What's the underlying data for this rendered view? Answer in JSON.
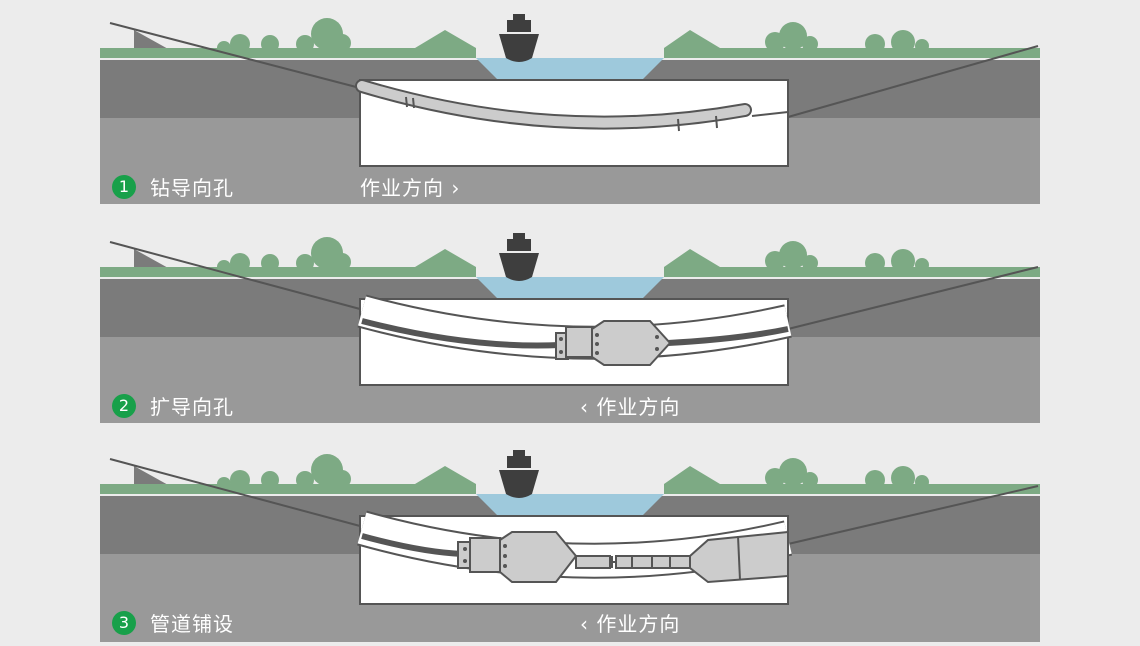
{
  "steps": [
    {
      "number": "1",
      "title": "钻导向孔",
      "direction": "作业方向 ›"
    },
    {
      "number": "2",
      "title": "扩导向孔",
      "direction": "‹ 作业方向"
    },
    {
      "number": "3",
      "title": "管道铺设",
      "direction": "‹ 作业方向"
    }
  ],
  "colors": {
    "background": "#ececec",
    "grass": "#7daa84",
    "soil_upper": "#7b7b7b",
    "soil_lower": "#999999",
    "water": "#9ec9dc",
    "accent_green": "#18a04a",
    "ship": "#3e3e3e"
  },
  "icons": [
    "ship-icon",
    "tree-icon",
    "drill-head-icon",
    "reamer-icon",
    "pipe-icon"
  ]
}
